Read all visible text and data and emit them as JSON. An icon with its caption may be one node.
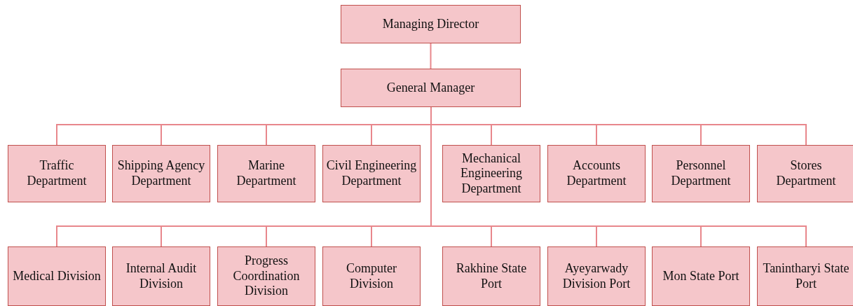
{
  "diagram": {
    "nodes": [
      {
        "text": [
          "Managing Director"
        ]
      },
      {
        "text": [
          "General Manager"
        ]
      },
      {
        "text": [
          "Traffic Department"
        ]
      },
      {
        "text": [
          "Shipping Agency Department"
        ]
      },
      {
        "text": [
          "Marine Department"
        ]
      },
      {
        "text": [
          "Civil Engineering Department"
        ]
      },
      {
        "text": [
          "Mechanical Engineering Department"
        ]
      },
      {
        "text": [
          "Accounts Department"
        ]
      },
      {
        "text": [
          "Personnel Department"
        ]
      },
      {
        "text": [
          "Stores Department"
        ]
      },
      {
        "text": [
          "Medical Division"
        ]
      },
      {
        "text": [
          "Internal Audit Division"
        ]
      },
      {
        "text": [
          "Progress Coordination Division"
        ]
      },
      {
        "text": [
          "Computer Division"
        ]
      },
      {
        "text": [
          "Rakhine State Port"
        ]
      },
      {
        "text": [
          "Ayeyarwady Division Port"
        ]
      },
      {
        "text": [
          "Mon State Port"
        ]
      },
      {
        "text": [
          "Tanintharyi State Port"
        ]
      }
    ],
    "edges": [
      {
        "from": 0,
        "to": 1,
        "arrow": "none"
      },
      {
        "from": 1,
        "to": 2,
        "arrow": "none"
      },
      {
        "from": 1,
        "to": 3,
        "arrow": "none"
      },
      {
        "from": 1,
        "to": 4,
        "arrow": "none"
      },
      {
        "from": 1,
        "to": 5,
        "arrow": "none"
      },
      {
        "from": 1,
        "to": 6,
        "arrow": "none"
      },
      {
        "from": 1,
        "to": 7,
        "arrow": "none"
      },
      {
        "from": 1,
        "to": 8,
        "arrow": "none"
      },
      {
        "from": 1,
        "to": 9,
        "arrow": "none"
      },
      {
        "from": 1,
        "to": 10,
        "arrow": "none"
      },
      {
        "from": 1,
        "to": 11,
        "arrow": "none"
      },
      {
        "from": 1,
        "to": 12,
        "arrow": "none"
      },
      {
        "from": 1,
        "to": 13,
        "arrow": "none"
      },
      {
        "from": 1,
        "to": 14,
        "arrow": "none"
      },
      {
        "from": 1,
        "to": 15,
        "arrow": "none"
      },
      {
        "from": 1,
        "to": 16,
        "arrow": "none"
      },
      {
        "from": 1,
        "to": 17,
        "arrow": "none"
      }
    ]
  }
}
